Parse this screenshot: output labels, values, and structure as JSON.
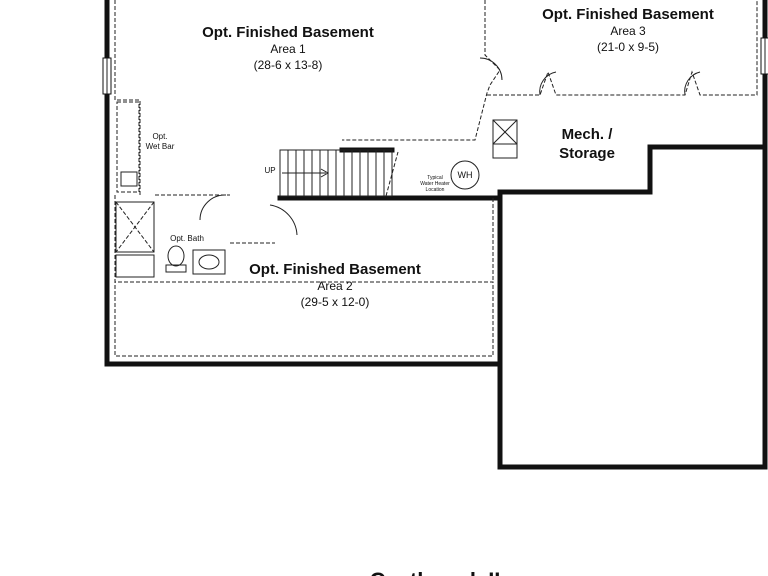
{
  "rooms": {
    "area1": {
      "title": "Opt. Finished Basement",
      "subtitle": "Area 1",
      "dims": "(28-6 x 13-8)"
    },
    "area2": {
      "title": "Opt. Finished Basement",
      "subtitle": "Area 2",
      "dims": "(29-5 x 12-0)"
    },
    "area3": {
      "title": "Opt. Finished Basement",
      "subtitle": "Area 3",
      "dims": "(21-0 x 9-5)"
    },
    "mech": {
      "line1": "Mech. /",
      "line2": "Storage"
    }
  },
  "labels": {
    "wet_bar_line1": "Opt.",
    "wet_bar_line2": "Wet Bar",
    "bath": "Opt. Bath",
    "stair_up": "UP",
    "water_heater_symbol": "WH",
    "water_heater_note_1": "Typical",
    "water_heater_note_2": "Water Heater",
    "water_heater_note_3": "Location"
  },
  "footer": {
    "plan_name": "Castlerock II"
  }
}
